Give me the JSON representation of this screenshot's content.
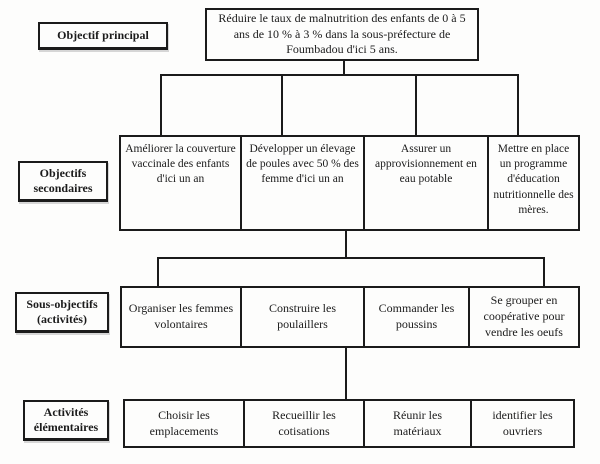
{
  "colors": {
    "ink": "#1b1b1b",
    "paper": "#fdfdfc"
  },
  "labels": {
    "principal": "Objectif principal",
    "secondaires": "Objectifs secondaires",
    "sous_objectifs": "Sous-objectifs (activités)",
    "elementaires": "Activités élémentaires"
  },
  "main_objective": "Réduire le taux de malnutrition des enfants de 0 à 5 ans de 10 % à 3 % dans la sous-préfecture de Foumbadou d'ici 5 ans.",
  "secondary_objectives": [
    "Améliorer la couverture vaccinale des enfants d'ici un an",
    "Développer un élevage de poules avec 50 % des femme d'ici un an",
    "Assurer un approvisionnement en eau potable",
    "Mettre en place un programme d'éducation nutritionnelle des mères."
  ],
  "sub_objectives": [
    "Organiser les femmes volontaires",
    "Construire les poulaillers",
    "Commander les poussins",
    "Se grouper en coopérative pour vendre les oeufs"
  ],
  "elementary_activities": [
    "Choisir les emplacements",
    "Recueillir les cotisations",
    "Réunir les matériaux",
    "identifier les ouvriers"
  ]
}
